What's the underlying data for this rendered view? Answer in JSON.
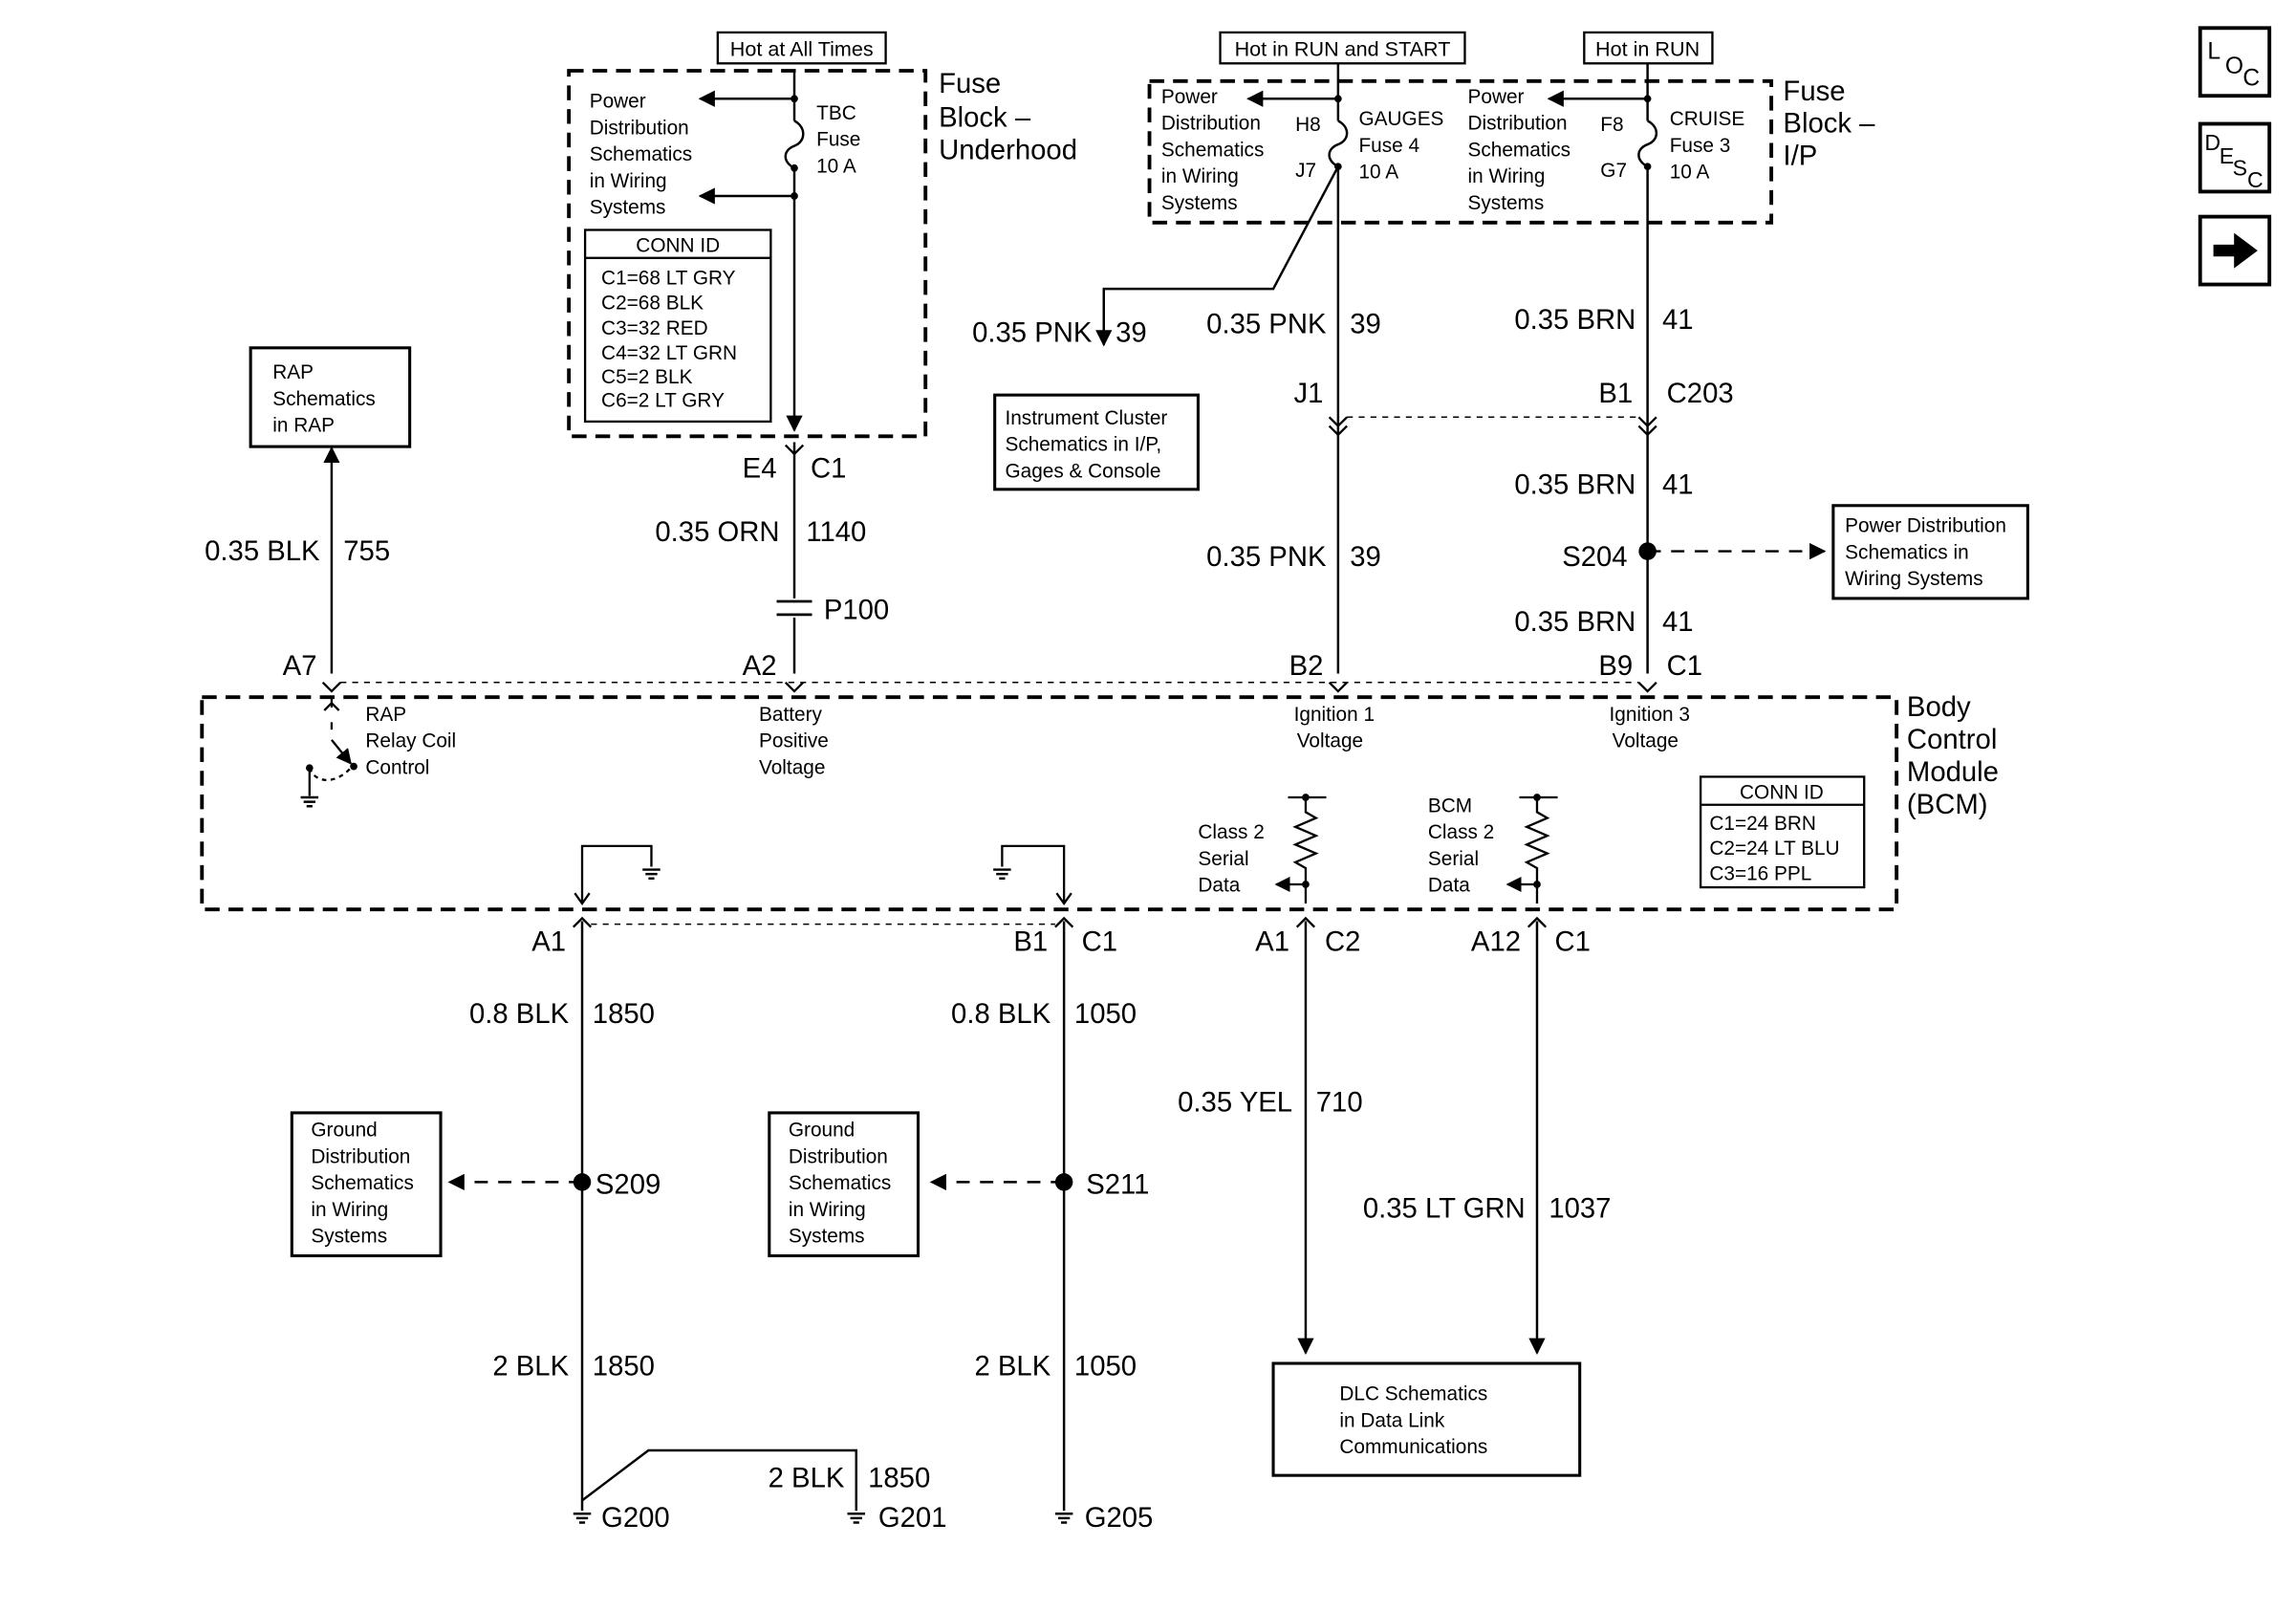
{
  "nav": {
    "loc": {
      "l": "L",
      "o": "O",
      "c": "C"
    },
    "desc": {
      "d": "D",
      "e": "E",
      "s": "S",
      "c": "C"
    },
    "next_icon": "arrow-right-icon"
  },
  "power_headers": {
    "hot_at_all_times": "Hot at All Times",
    "hot_in_run_start": "Hot in RUN and START",
    "hot_in_run": "Hot in RUN"
  },
  "fuse_block_underhood": {
    "title": [
      "Fuse",
      "Block –",
      "Underhood"
    ],
    "power_ref": [
      "Power",
      "Distribution",
      "Schematics",
      "in Wiring",
      "Systems"
    ],
    "fuse": [
      "TBC",
      "Fuse",
      "10 A"
    ],
    "conn_id_title": "CONN ID",
    "conn_ids": [
      "C1=68 LT GRY",
      "C2=68 BLK",
      "C3=32 RED",
      "C4=32 LT GRN",
      "C5=2 BLK",
      "C6=2 LT GRY"
    ]
  },
  "fuse_block_ip": {
    "title": [
      "Fuse",
      "Block –",
      "I/P"
    ],
    "power_ref_1": [
      "Power",
      "Distribution",
      "Schematics",
      "in Wiring",
      "Systems"
    ],
    "power_ref_2": [
      "Power",
      "Distribution",
      "Schematics",
      "in Wiring",
      "Systems"
    ],
    "gauges_fuse": [
      "GAUGES",
      "Fuse 4",
      "10 A"
    ],
    "cruise_fuse": [
      "CRUISE",
      "Fuse 3",
      "10 A"
    ],
    "pins": {
      "h8": "H8",
      "j7": "J7",
      "f8": "F8",
      "g7": "G7"
    }
  },
  "references": {
    "rap": [
      "RAP",
      "Schematics",
      "in RAP"
    ],
    "instrument_cluster": [
      "Instrument Cluster",
      "Schematics in I/P,",
      "Gages & Console"
    ],
    "power_dist_s204": [
      "Power Distribution",
      "Schematics in",
      "Wiring Systems"
    ],
    "ground_dist_1": [
      "Ground",
      "Distribution",
      "Schematics",
      "in Wiring",
      "Systems"
    ],
    "ground_dist_2": [
      "Ground",
      "Distribution",
      "Schematics",
      "in Wiring",
      "Systems"
    ],
    "dlc": [
      "DLC Schematics",
      "in Data Link",
      "Communications"
    ]
  },
  "wires": {
    "w755": {
      "gauge_color": "0.35 BLK",
      "circuit": "755"
    },
    "w1140": {
      "gauge_color": "0.35 ORN",
      "circuit": "1140"
    },
    "w39_branch": {
      "gauge_color": "0.35 PNK",
      "circuit": "39"
    },
    "w39_top": {
      "gauge_color": "0.35 PNK",
      "circuit": "39"
    },
    "w39_bottom": {
      "gauge_color": "0.35 PNK",
      "circuit": "39"
    },
    "w41_top": {
      "gauge_color": "0.35 BRN",
      "circuit": "41"
    },
    "w41_mid": {
      "gauge_color": "0.35 BRN",
      "circuit": "41"
    },
    "w41_bottom": {
      "gauge_color": "0.35 BRN",
      "circuit": "41"
    },
    "w1850_top": {
      "gauge_color": "0.8 BLK",
      "circuit": "1850"
    },
    "w1850_bottom": {
      "gauge_color": "2 BLK",
      "circuit": "1850"
    },
    "w1850_g201": {
      "gauge_color": "2 BLK",
      "circuit": "1850"
    },
    "w1050_top": {
      "gauge_color": "0.8 BLK",
      "circuit": "1050"
    },
    "w1050_bottom": {
      "gauge_color": "2 BLK",
      "circuit": "1050"
    },
    "w710": {
      "gauge_color": "0.35 YEL",
      "circuit": "710"
    },
    "w1037": {
      "gauge_color": "0.35 LT GRN",
      "circuit": "1037"
    }
  },
  "connectors": {
    "e4": "E4",
    "c1_top": "C1",
    "j1": "J1",
    "b1_top": "B1",
    "c203": "C203",
    "a7": "A7",
    "a2": "A2",
    "b2": "B2",
    "b9": "B9",
    "c1_b9": "C1",
    "a1_left": "A1",
    "b1_bottom": "B1",
    "c1_b1": "C1",
    "a1_c2": "A1",
    "c2": "C2",
    "a12": "A12",
    "c1_a12": "C1"
  },
  "splices": {
    "p100": "P100",
    "s204": "S204",
    "s209": "S209",
    "s211": "S211"
  },
  "grounds": {
    "g200": "G200",
    "g201": "G201",
    "g205": "G205"
  },
  "bcm": {
    "title": [
      "Body",
      "Control",
      "Module",
      "(BCM)"
    ],
    "rap_relay": [
      "RAP",
      "Relay Coil",
      "Control"
    ],
    "battery": [
      "Battery",
      "Positive",
      "Voltage"
    ],
    "ign1": [
      "Ignition 1",
      "Voltage"
    ],
    "ign3": [
      "Ignition 3",
      "Voltage"
    ],
    "class2": [
      "Class 2",
      "Serial",
      "Data"
    ],
    "bcm_class2": [
      "BCM",
      "Class 2",
      "Serial",
      "Data"
    ],
    "conn_id_title": "CONN ID",
    "conn_ids": [
      "C1=24 BRN",
      "C2=24 LT BLU",
      "C3=16 PPL"
    ]
  }
}
